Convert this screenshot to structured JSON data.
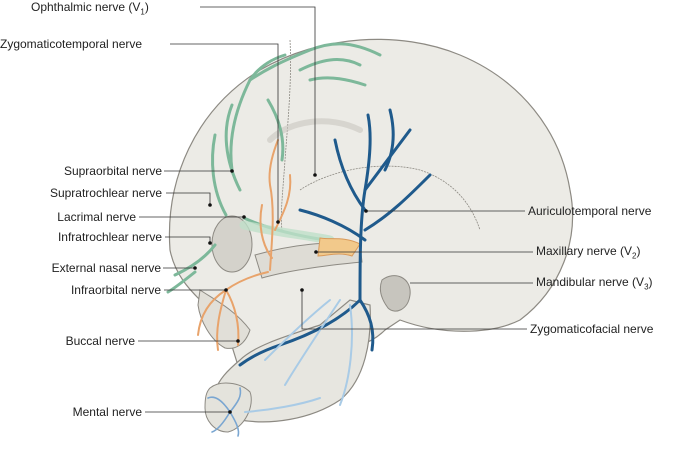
{
  "colors": {
    "ophthalmic": "#7db89a",
    "maxillary": "#e8a36b",
    "mandibular": "#1f5a8c",
    "facial_light": "#a9cbe6",
    "bone": "#ecebe6",
    "bone_shadow": "#c9c7c0",
    "leader": "#333333"
  },
  "labels_left": [
    {
      "id": "ophthalmic",
      "text": "Ophthalmic nerve (V",
      "sub": "1",
      "after": ")"
    },
    {
      "id": "zygomaticotemporal",
      "text": "Zygomaticotemporal nerve"
    },
    {
      "id": "supraorbital",
      "text": "Supraorbital nerve"
    },
    {
      "id": "supratrochlear",
      "text": "Supratrochlear nerve"
    },
    {
      "id": "lacrimal",
      "text": "Lacrimal nerve"
    },
    {
      "id": "infratrochlear",
      "text": "Infratrochlear nerve"
    },
    {
      "id": "external-nasal",
      "text": "External nasal nerve"
    },
    {
      "id": "infraorbital",
      "text": "Infraorbital nerve"
    },
    {
      "id": "buccal",
      "text": "Buccal nerve"
    },
    {
      "id": "mental",
      "text": "Mental nerve"
    }
  ],
  "labels_right": [
    {
      "id": "auriculotemporal",
      "text": "Auriculotemporal nerve"
    },
    {
      "id": "maxillary",
      "text": "Maxillary nerve (V",
      "sub": "2",
      "after": ")"
    },
    {
      "id": "mandibular",
      "text": "Mandibular nerve (V",
      "sub": "3",
      "after": ")"
    },
    {
      "id": "zygomaticofacial",
      "text": "Zygomaticofacial nerve"
    }
  ]
}
